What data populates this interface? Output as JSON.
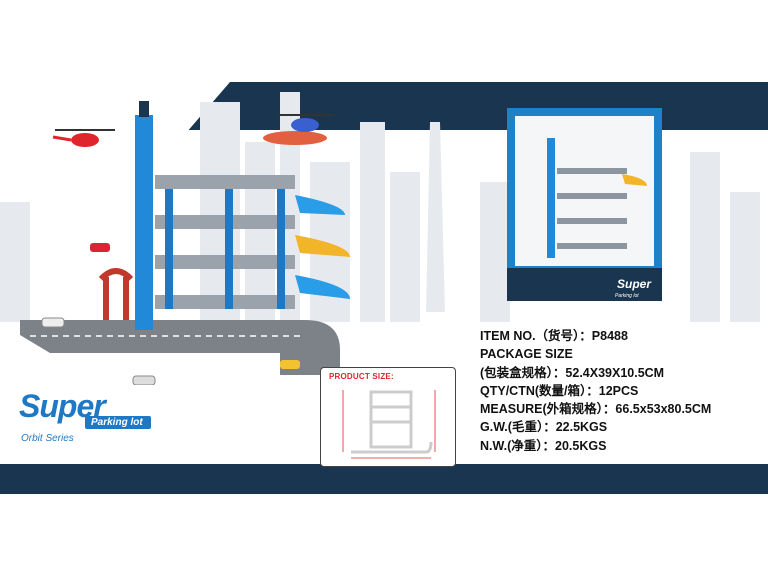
{
  "colors": {
    "navy": "#1a3550",
    "brand_blue": "#1f78c4",
    "accent_red": "#e0262d"
  },
  "logo": {
    "word": "Super",
    "tagline": "Parking lot",
    "series": "Orbit Series"
  },
  "diagram": {
    "title": "PRODUCT SIZE:"
  },
  "specs": {
    "item_no": "ITEM NO.（货号）：P8488",
    "package_size_label": "PACKAGE SIZE",
    "package_size_value": "(包装盒规格）：52.4X39X10.5CM",
    "qty": "QTY/CTN(数量/箱）：12PCS",
    "measure": "MEASURE(外箱规格）：66.5x53x80.5CM",
    "gw": "G.W.(毛重）：22.5KGS",
    "nw": "N.W.(净重）：20.5KGS"
  },
  "box": {
    "brand": "Super",
    "subtitle": "Parking lot"
  },
  "icons": [
    "helicopter-icon",
    "car-icon",
    "gas-station-icon"
  ]
}
